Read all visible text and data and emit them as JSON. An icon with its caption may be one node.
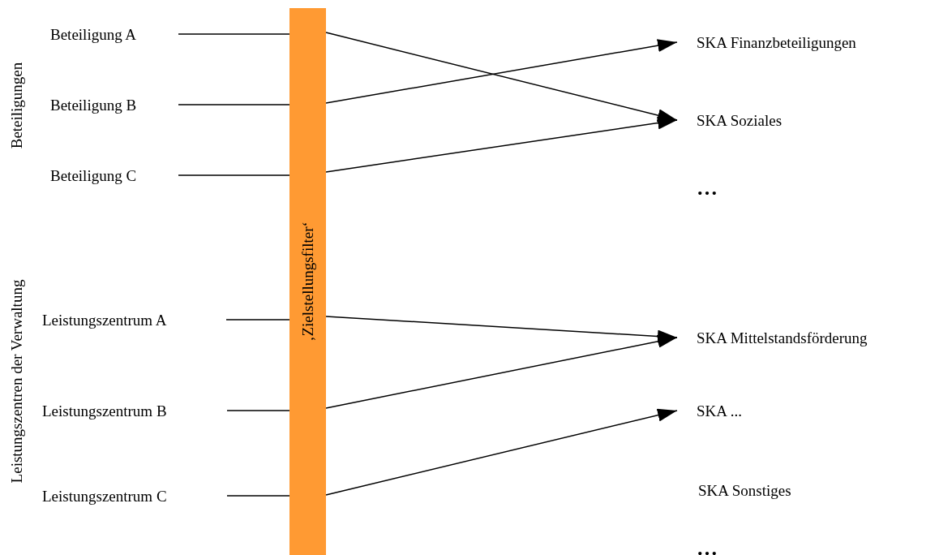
{
  "diagram": {
    "nodes": [
      {
        "text": [
          "Beteiligung A"
        ]
      },
      {
        "text": [
          "Beteiligung B"
        ]
      },
      {
        "text": [
          "Beteiligung C"
        ]
      },
      {
        "text": [
          "Leistungszentrum A"
        ]
      },
      {
        "text": [
          "Leistungszentrum B"
        ]
      },
      {
        "text": [
          "Leistungszentrum C"
        ]
      },
      {
        "text": [
          "‚Zielstellungsfilter‘"
        ]
      },
      {
        "text": [
          "SKA Finanzbeteiligungen"
        ]
      },
      {
        "text": [
          "SKA Soziales"
        ]
      },
      {
        "text": [
          "…"
        ]
      },
      {
        "text": [
          "SKA Mittelstandsförderung"
        ]
      },
      {
        "text": [
          "SKA ..."
        ]
      },
      {
        "text": [
          "SKA Sonstiges"
        ]
      },
      {
        "text": [
          "…"
        ]
      }
    ],
    "edges": [
      {
        "from": 0,
        "to": 6,
        "arrow": "none"
      },
      {
        "from": 1,
        "to": 6,
        "arrow": "none"
      },
      {
        "from": 2,
        "to": 6,
        "arrow": "none"
      },
      {
        "from": 3,
        "to": 6,
        "arrow": "none"
      },
      {
        "from": 4,
        "to": 6,
        "arrow": "none"
      },
      {
        "from": 5,
        "to": 6,
        "arrow": "none"
      },
      {
        "from": 6,
        "to": 8,
        "arrow": "to"
      },
      {
        "from": 6,
        "to": 7,
        "arrow": "to"
      },
      {
        "from": 6,
        "to": 8,
        "arrow": "to"
      },
      {
        "from": 6,
        "to": 10,
        "arrow": "to"
      },
      {
        "from": 6,
        "to": 10,
        "arrow": "to"
      },
      {
        "from": 6,
        "to": 11,
        "arrow": "to"
      }
    ],
    "labels": [
      "Beteiligungen",
      "Leistungszentren der Verwaltung"
    ]
  }
}
